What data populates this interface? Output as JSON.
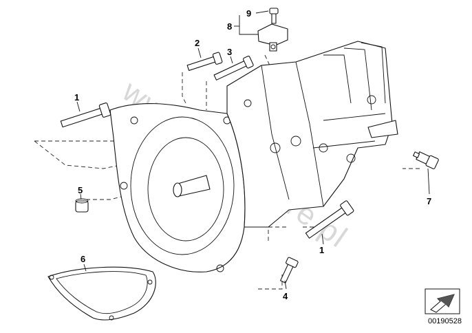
{
  "callouts": [
    {
      "id": "c9",
      "label": "9"
    },
    {
      "id": "c8",
      "label": "8"
    },
    {
      "id": "c2",
      "label": "2"
    },
    {
      "id": "c3",
      "label": "3"
    },
    {
      "id": "c1a",
      "label": "1"
    },
    {
      "id": "c5",
      "label": "5"
    },
    {
      "id": "c6",
      "label": "6"
    },
    {
      "id": "c7",
      "label": "7"
    },
    {
      "id": "c1b",
      "label": "1"
    },
    {
      "id": "c4",
      "label": "4"
    }
  ],
  "watermark": "www.BMWstore.pl",
  "document_number": "00190528",
  "icons": [
    "bolt-icon",
    "sensor-icon",
    "bracket-icon",
    "dowel-sleeve-icon",
    "cover-plate-icon",
    "transmission-housing-icon",
    "arrow-icon"
  ]
}
